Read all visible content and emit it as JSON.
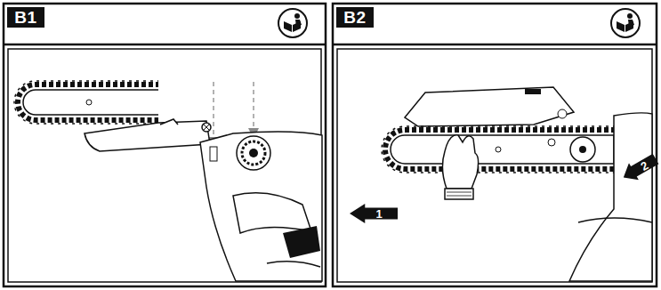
{
  "diagram": {
    "nodes": [
      {
        "text": [
          "B1"
        ]
      },
      {
        "text": [
          "B2"
        ]
      },
      {
        "text": [
          "1"
        ]
      },
      {
        "text": [
          "2"
        ]
      }
    ]
  }
}
